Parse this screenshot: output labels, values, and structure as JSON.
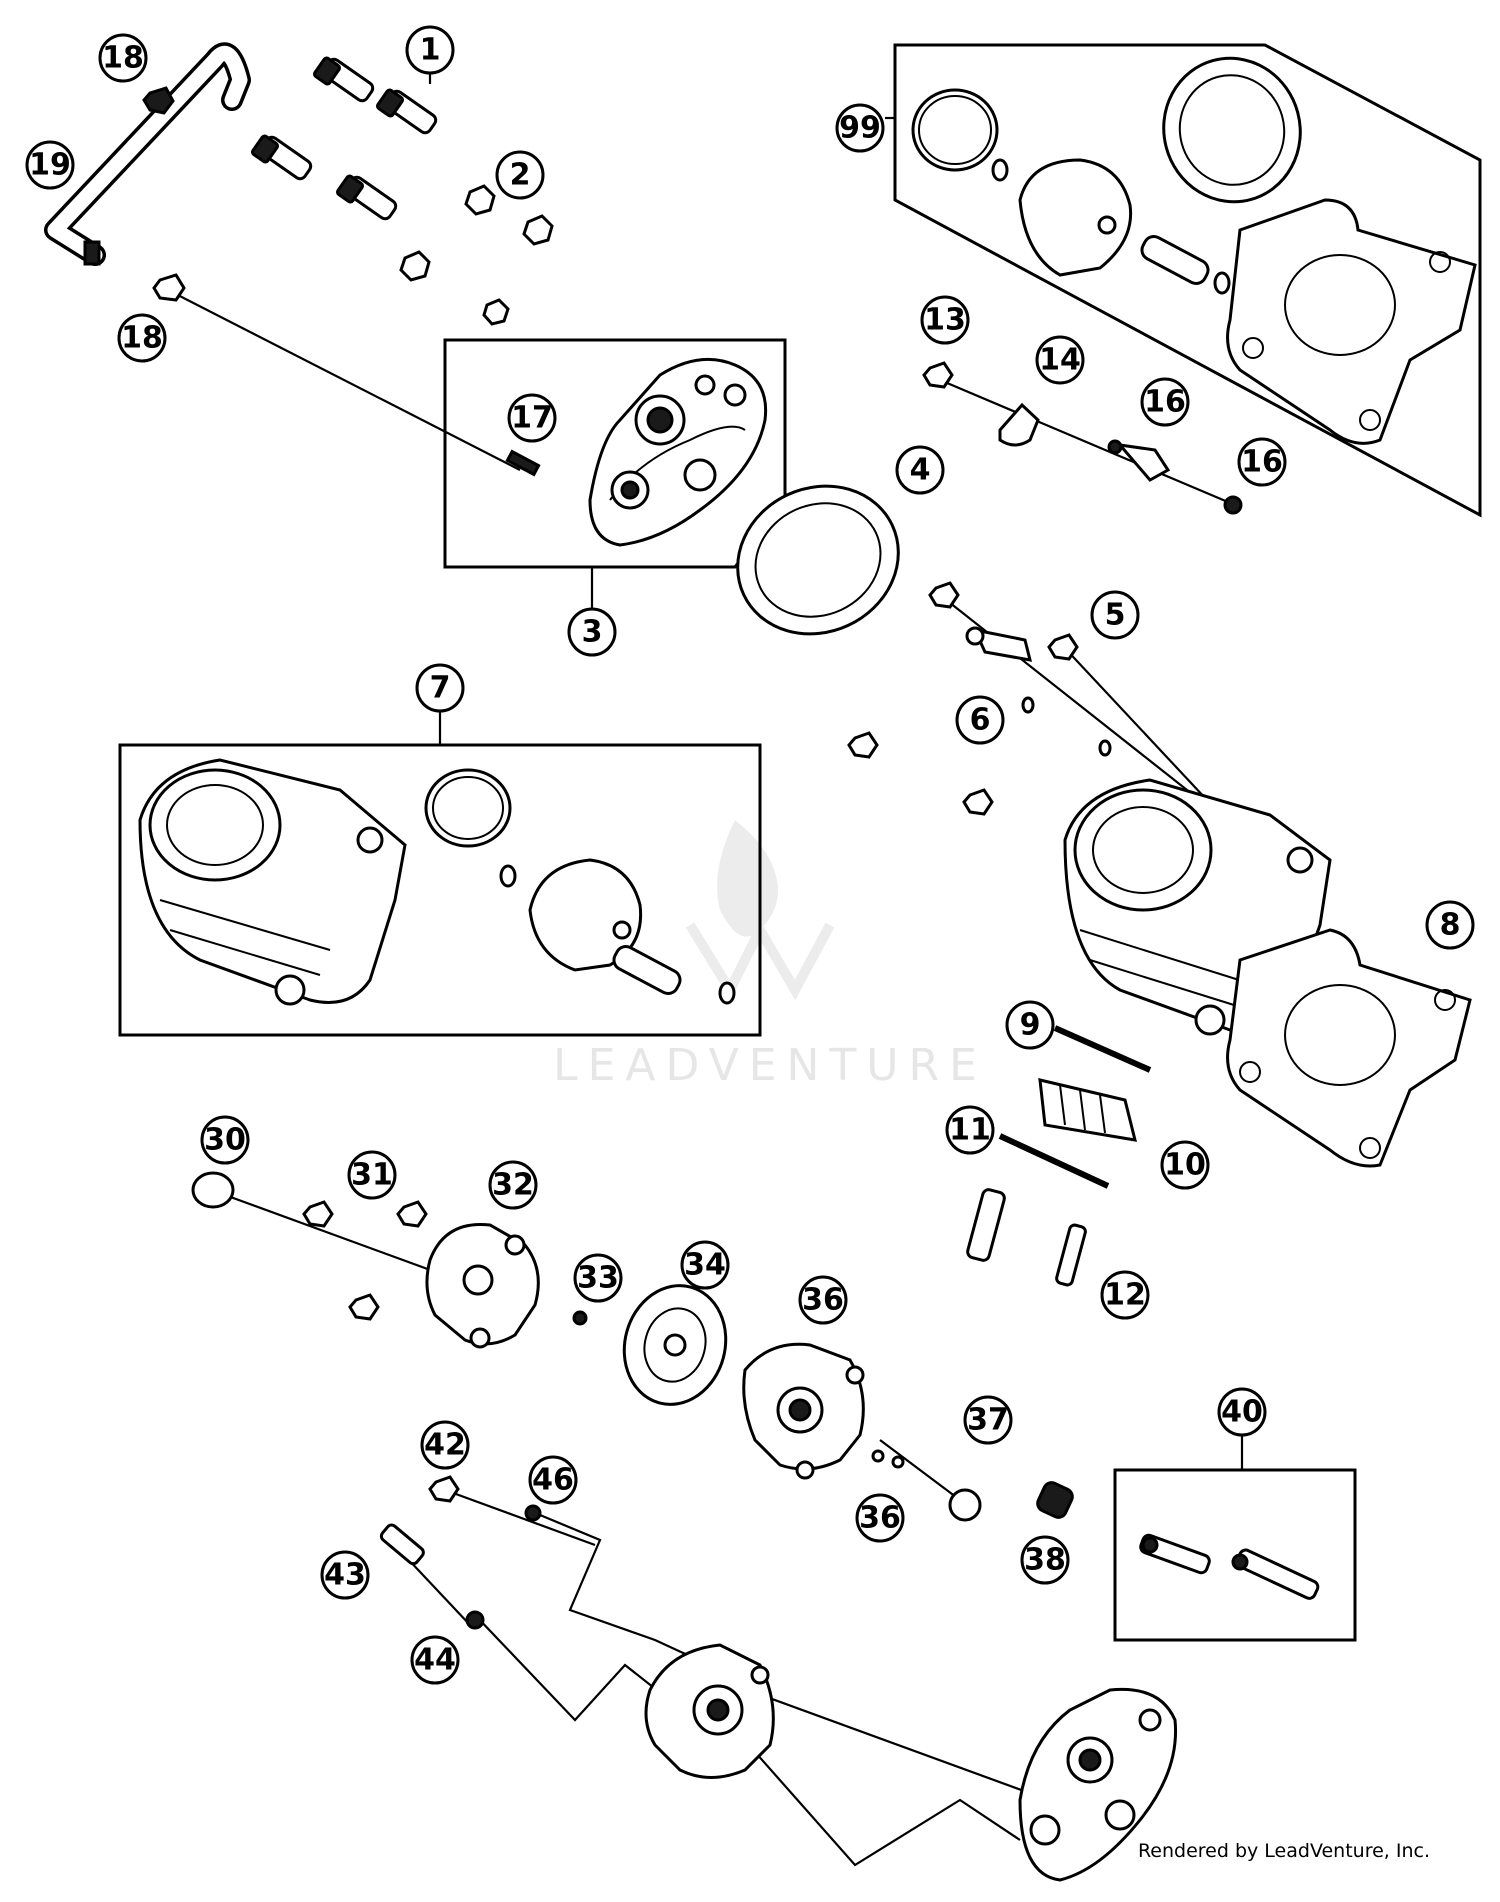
{
  "diagram": {
    "callouts": [
      {
        "id": "c1",
        "label": "1",
        "style": "light"
      },
      {
        "id": "c2",
        "label": "2",
        "style": "light"
      },
      {
        "id": "c3",
        "label": "3",
        "style": "light"
      },
      {
        "id": "c4",
        "label": "4",
        "style": "light"
      },
      {
        "id": "c5",
        "label": "5",
        "style": "light"
      },
      {
        "id": "c6",
        "label": "6",
        "style": "light"
      },
      {
        "id": "c7",
        "label": "7",
        "style": "light"
      },
      {
        "id": "c8",
        "label": "8",
        "style": "light"
      },
      {
        "id": "c9",
        "label": "9",
        "style": "light"
      },
      {
        "id": "c10",
        "label": "10",
        "style": "light"
      },
      {
        "id": "c11",
        "label": "11",
        "style": "light"
      },
      {
        "id": "c12",
        "label": "12",
        "style": "light"
      },
      {
        "id": "c13",
        "label": "13",
        "style": "light"
      },
      {
        "id": "c14",
        "label": "14",
        "style": "light"
      },
      {
        "id": "c16a",
        "label": "16",
        "style": "light"
      },
      {
        "id": "c16b",
        "label": "16",
        "style": "light"
      },
      {
        "id": "c17",
        "label": "17",
        "style": "light"
      },
      {
        "id": "c18a",
        "label": "18",
        "style": "light"
      },
      {
        "id": "c18b",
        "label": "18",
        "style": "light"
      },
      {
        "id": "c19",
        "label": "19",
        "style": "light"
      },
      {
        "id": "c30",
        "label": "30",
        "style": "light"
      },
      {
        "id": "c31",
        "label": "31",
        "style": "light"
      },
      {
        "id": "c32",
        "label": "32",
        "style": "light"
      },
      {
        "id": "c33",
        "label": "33",
        "style": "light"
      },
      {
        "id": "c34",
        "label": "34",
        "style": "light"
      },
      {
        "id": "c36a",
        "label": "36",
        "style": "light"
      },
      {
        "id": "c36b",
        "label": "36",
        "style": "light"
      },
      {
        "id": "c37",
        "label": "37",
        "style": "light"
      },
      {
        "id": "c38",
        "label": "38",
        "style": "light"
      },
      {
        "id": "c40",
        "label": "40",
        "style": "light"
      },
      {
        "id": "c42",
        "label": "42",
        "style": "light"
      },
      {
        "id": "c43",
        "label": "43",
        "style": "light"
      },
      {
        "id": "c44",
        "label": "44",
        "style": "light"
      },
      {
        "id": "c46",
        "label": "46",
        "style": "light"
      },
      {
        "id": "c99",
        "label": "99",
        "style": "light"
      }
    ],
    "watermark": "LEADVENTURE",
    "credit": "Rendered by LeadVenture, Inc."
  }
}
